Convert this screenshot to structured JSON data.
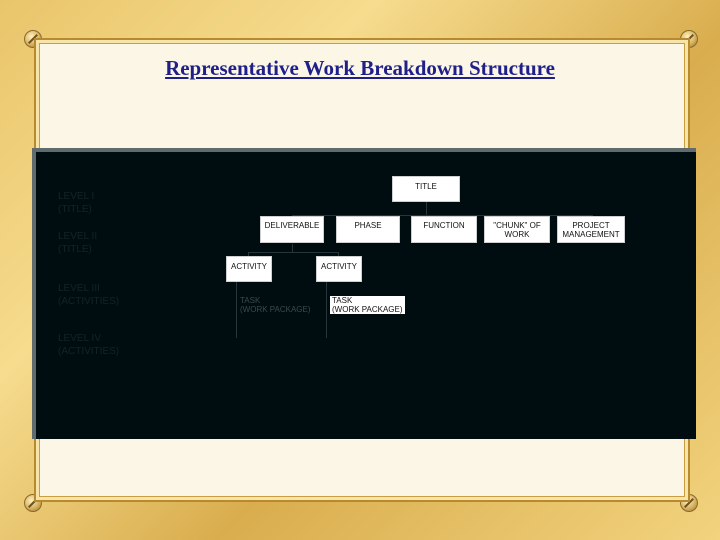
{
  "slide": {
    "title": "Representative Work Breakdown Structure"
  },
  "diagram": {
    "level_labels": [
      {
        "line1": "LEVEL I",
        "line2": "(TITLE)"
      },
      {
        "line1": "LEVEL II",
        "line2": "(TITLE)"
      },
      {
        "line1": "LEVEL III",
        "line2": "(ACTIVITIES)"
      },
      {
        "line1": "LEVEL IV",
        "line2": "(ACTIVITIES)"
      }
    ],
    "root": "TITLE",
    "level2": [
      "DELIVERABLE",
      "PHASE",
      "FUNCTION",
      "\"CHUNK\" OF WORK",
      "PROJECT MANAGEMENT"
    ],
    "activities": [
      "ACTIVITY",
      "ACTIVITY"
    ],
    "tasks": [
      {
        "line1": "TASK",
        "line2": "(WORK PACKAGE)"
      },
      {
        "line1": "TASK",
        "line2": "(WORK PACKAGE)"
      }
    ]
  }
}
